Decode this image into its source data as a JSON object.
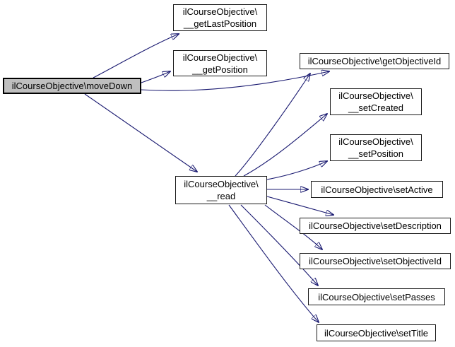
{
  "diagram": {
    "type": "call-graph",
    "background": "#ffffff",
    "edge_color": "#191970",
    "node_border_color": "#000000",
    "node_fill": "#ffffff",
    "highlighted_node_fill": "#bfbfbf",
    "text_color": "#000000",
    "nodes": [
      {
        "id": "moveDown",
        "highlighted": true,
        "label": "ilCourseObjective\\moveDown",
        "lines": [
          "ilCourseObjective\\moveDown"
        ]
      },
      {
        "id": "__getLastPosition",
        "label": "ilCourseObjective\\__getLastPosition",
        "lines": [
          "ilCourseObjective\\",
          "__getLastPosition"
        ]
      },
      {
        "id": "__getPosition",
        "label": "ilCourseObjective\\__getPosition",
        "lines": [
          "ilCourseObjective\\",
          "__getPosition"
        ]
      },
      {
        "id": "getObjectiveId",
        "label": "ilCourseObjective\\getObjectiveId",
        "lines": [
          "ilCourseObjective\\getObjectiveId"
        ]
      },
      {
        "id": "__read",
        "label": "ilCourseObjective\\__read",
        "lines": [
          "ilCourseObjective\\",
          "__read"
        ]
      },
      {
        "id": "__setCreated",
        "label": "ilCourseObjective\\__setCreated",
        "lines": [
          "ilCourseObjective\\",
          "__setCreated"
        ]
      },
      {
        "id": "__setPosition",
        "label": "ilCourseObjective\\__setPosition",
        "lines": [
          "ilCourseObjective\\",
          "__setPosition"
        ]
      },
      {
        "id": "setActive",
        "label": "ilCourseObjective\\setActive",
        "lines": [
          "ilCourseObjective\\setActive"
        ]
      },
      {
        "id": "setDescription",
        "label": "ilCourseObjective\\setDescription",
        "lines": [
          "ilCourseObjective\\setDescription"
        ]
      },
      {
        "id": "setObjectiveId",
        "label": "ilCourseObjective\\setObjectiveId",
        "lines": [
          "ilCourseObjective\\setObjectiveId"
        ]
      },
      {
        "id": "setPasses",
        "label": "ilCourseObjective\\setPasses",
        "lines": [
          "ilCourseObjective\\setPasses"
        ]
      },
      {
        "id": "setTitle",
        "label": "ilCourseObjective\\setTitle",
        "lines": [
          "ilCourseObjective\\setTitle"
        ]
      }
    ],
    "edges": [
      {
        "from": "moveDown",
        "to": "__getLastPosition"
      },
      {
        "from": "moveDown",
        "to": "__getPosition"
      },
      {
        "from": "moveDown",
        "to": "getObjectiveId"
      },
      {
        "from": "moveDown",
        "to": "__read"
      },
      {
        "from": "__read",
        "to": "getObjectiveId"
      },
      {
        "from": "__read",
        "to": "__setCreated"
      },
      {
        "from": "__read",
        "to": "__setPosition"
      },
      {
        "from": "__read",
        "to": "setActive"
      },
      {
        "from": "__read",
        "to": "setDescription"
      },
      {
        "from": "__read",
        "to": "setObjectiveId"
      },
      {
        "from": "__read",
        "to": "setPasses"
      },
      {
        "from": "__read",
        "to": "setTitle"
      }
    ]
  }
}
